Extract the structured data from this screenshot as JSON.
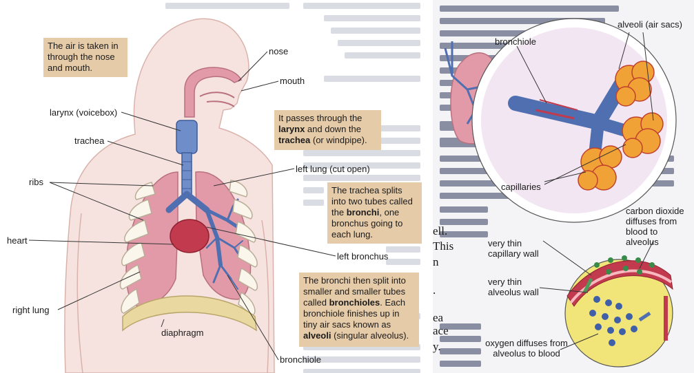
{
  "left_diagram": {
    "boxes": {
      "air_taken": "The air is taken in through the nose and mouth.",
      "passes_pre": "It passes through the ",
      "passes_b1": "larynx",
      "passes_mid": " and down the ",
      "passes_b2": "trachea",
      "passes_post": " (or windpipe).",
      "splits_pre": "The trachea splits into two tubes called the ",
      "splits_b1": "bronchi",
      "splits_post": ", one bronchus going to each lung.",
      "bronchi_pre": "The bronchi then split into smaller and smaller tubes called ",
      "bronchi_b1": "bronchioles",
      "bronchi_mid": ". Each bronchiole finishes up in tiny air sacs known as ",
      "bronchi_b2": "alveoli",
      "bronchi_post": " (singular alveolus)."
    },
    "labels": {
      "nose": "nose",
      "mouth": "mouth",
      "larynx": "larynx (voicebox)",
      "trachea": "trachea",
      "left_lung": "left lung (cut open)",
      "ribs": "ribs",
      "heart": "heart",
      "left_bronchus": "left bronchus",
      "right_lung": "right lung",
      "diaphragm": "diaphragm",
      "bronchiole": "bronchiole"
    }
  },
  "right_diagram": {
    "labels": {
      "bronchiole": "bronchiole",
      "alveoli": "alveoli (air sacs)",
      "capillaries": "capillaries",
      "co2": "carbon dioxide diffuses from blood to alveolus",
      "thin_capillary": "very thin capillary wall",
      "thin_alveolus": "very thin alveolus wall",
      "oxygen": "oxygen diffuses from alveolus to blood"
    },
    "text_fragments": [
      "ell.",
      "This",
      "n",
      ".",
      "ea",
      "ace",
      "y."
    ]
  },
  "colors": {
    "label_box": "#e6cba9",
    "airway": "#5c7fbf",
    "lung": "#e39aa8",
    "body_outline": "#f6e3df",
    "alveoli": "#f0a236",
    "diaphragm": "#e9d9a0"
  }
}
